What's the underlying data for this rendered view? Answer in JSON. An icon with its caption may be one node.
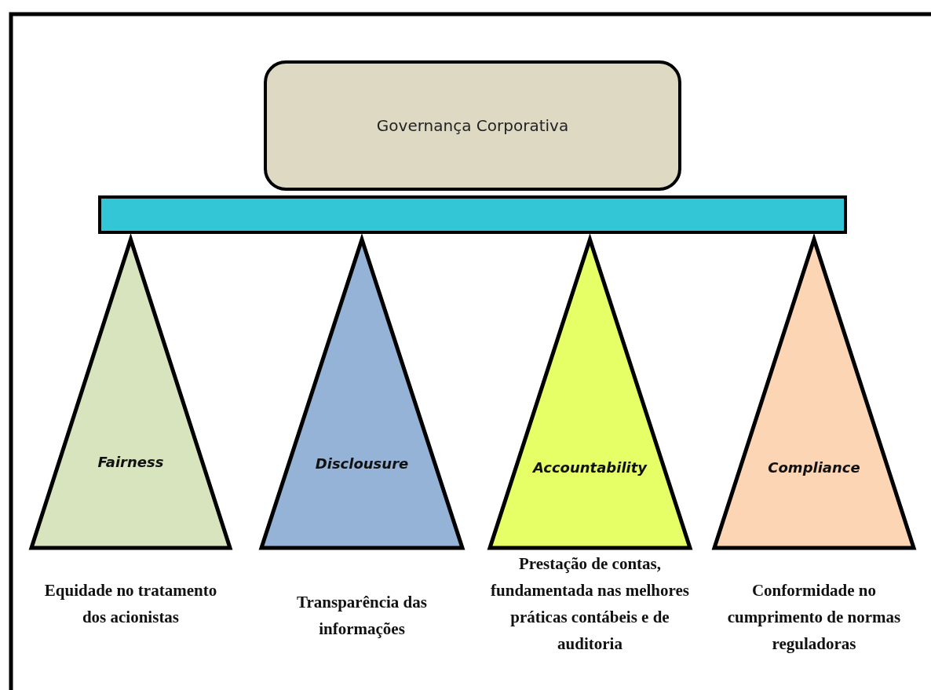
{
  "diagram": {
    "nodes": [
      {
        "text": [
          "Governança Corporativa"
        ]
      },
      {
        "text": [],
        "shape": "bar"
      },
      {
        "text": [
          "Fairness"
        ],
        "beside": [
          "Equidade no tratamento dos acionistas"
        ]
      },
      {
        "text": [
          "Disclousure"
        ],
        "beside": [
          "Transparência das informações"
        ]
      },
      {
        "text": [
          "Accountability"
        ],
        "beside": [
          "Prestação de contas, fundamentada nas melhores práticas contábeis e de auditoria"
        ]
      },
      {
        "text": [
          "Compliance"
        ],
        "beside": [
          "Conformidade no cumprimento de normas reguladoras"
        ]
      }
    ]
  }
}
